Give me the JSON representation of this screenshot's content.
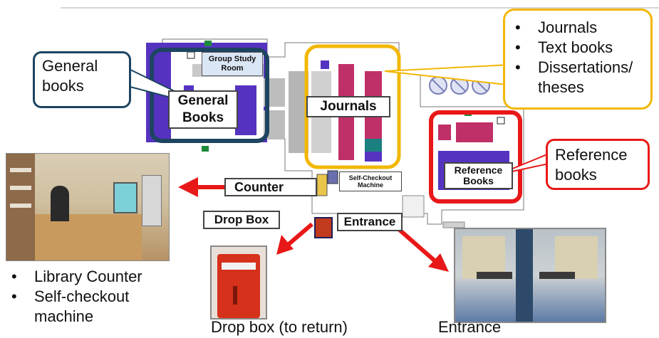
{
  "map": {
    "general_books": "General Books",
    "group_study_room": "Group Study Room",
    "journals": "Journals",
    "reference_books": "Reference Books",
    "counter": "Counter",
    "self_checkout": "Self-Checkout Machine",
    "drop_box": "Drop Box",
    "entrance": "Entrance"
  },
  "callouts": {
    "general": "General books",
    "reference": "Reference books",
    "journal_items": [
      "Journals",
      "Text books",
      "Dissertations/ theses"
    ]
  },
  "captions": {
    "counter_items": [
      "Library Counter",
      "Self-checkout machine"
    ],
    "drop_box": "Drop box (to return)",
    "entrance": "Entrance"
  },
  "colors": {
    "shelf_purple": "#5533c0",
    "shelf_magenta": "#c03068",
    "teal": "#1a8080",
    "general_frame": "#1d4461",
    "journal_frame": "#f2b705",
    "reference_frame": "#e81818",
    "arrow": "#e81818"
  }
}
